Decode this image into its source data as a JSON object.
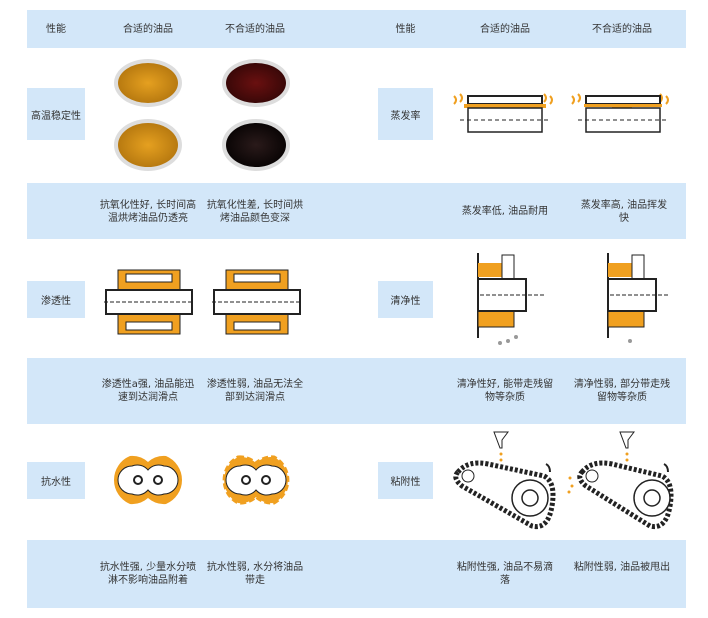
{
  "header": {
    "left": [
      "性能",
      "合适的油品",
      "不合适的油品"
    ],
    "right": [
      "性能",
      "合适的油品",
      "不合适的油品"
    ]
  },
  "rows": [
    {
      "left": {
        "name": "高温稳定性",
        "good": "抗氧化性好, 长时间高温烘烤油品仍透亮",
        "bad": "抗氧化性差, 长时间烘烤油品颜色变深"
      },
      "right": {
        "name": "蒸发率",
        "good": "蒸发率低, 油品耐用",
        "bad": "蒸发率高, 油品挥发快"
      }
    },
    {
      "left": {
        "name": "渗透性",
        "good": "渗透性a强, 油品能迅速到达润滑点",
        "bad": "渗透性弱, 油品无法全部到达润滑点"
      },
      "right": {
        "name": "清净性",
        "good": "清净性好, 能带走残留物等杂质",
        "bad": "清净性弱, 部分带走残留物等杂质"
      }
    },
    {
      "left": {
        "name": "抗水性",
        "good": "抗水性强, 少量水分喷淋不影响油品附着",
        "bad": "抗水性弱, 水分将油品带走"
      },
      "right": {
        "name": "粘附性",
        "good": "粘附性强, 油品不易滴落",
        "bad": "粘附性弱, 油品被甩出"
      }
    }
  ],
  "colors": {
    "band": "#d3e7f9",
    "oil": "#f0a020"
  }
}
